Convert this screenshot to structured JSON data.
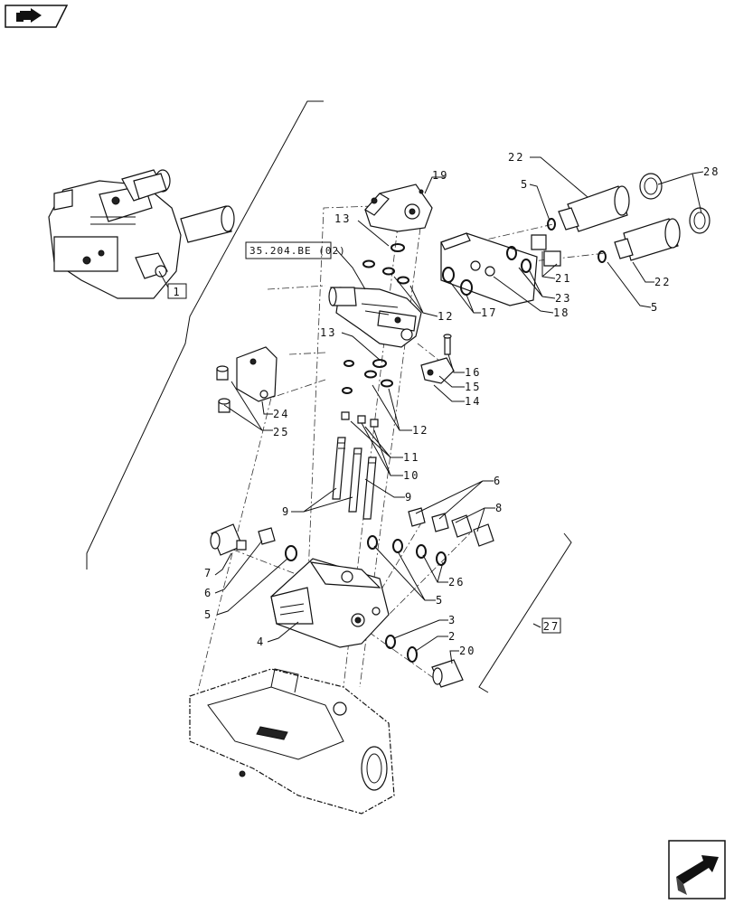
{
  "nav": {
    "prev_icon": "book-arrow-icon",
    "next_icon": "next-page-arrow-icon"
  },
  "callouts": {
    "c1": "1",
    "c2": "2",
    "c3": "3",
    "c4": "4",
    "c5a": "5",
    "c5b": "5",
    "c5c": "5",
    "c5d": "5",
    "c6a": "6",
    "c6b": "6",
    "c7": "7",
    "c8": "8",
    "c9a": "9",
    "c9b": "9",
    "c10": "10",
    "c11": "11",
    "c12a": "12",
    "c12b": "12",
    "c13a": "13",
    "c13b": "13",
    "c14": "14",
    "c15": "15",
    "c16": "16",
    "c17": "17",
    "c18": "18",
    "c19": "19",
    "c20": "20",
    "c21": "21",
    "c22a": "22",
    "c22b": "22",
    "c23": "23",
    "c24": "24",
    "c25": "25",
    "c26": "26",
    "c27": "27",
    "c28": "28"
  },
  "reference": "35.204.BE (02)"
}
